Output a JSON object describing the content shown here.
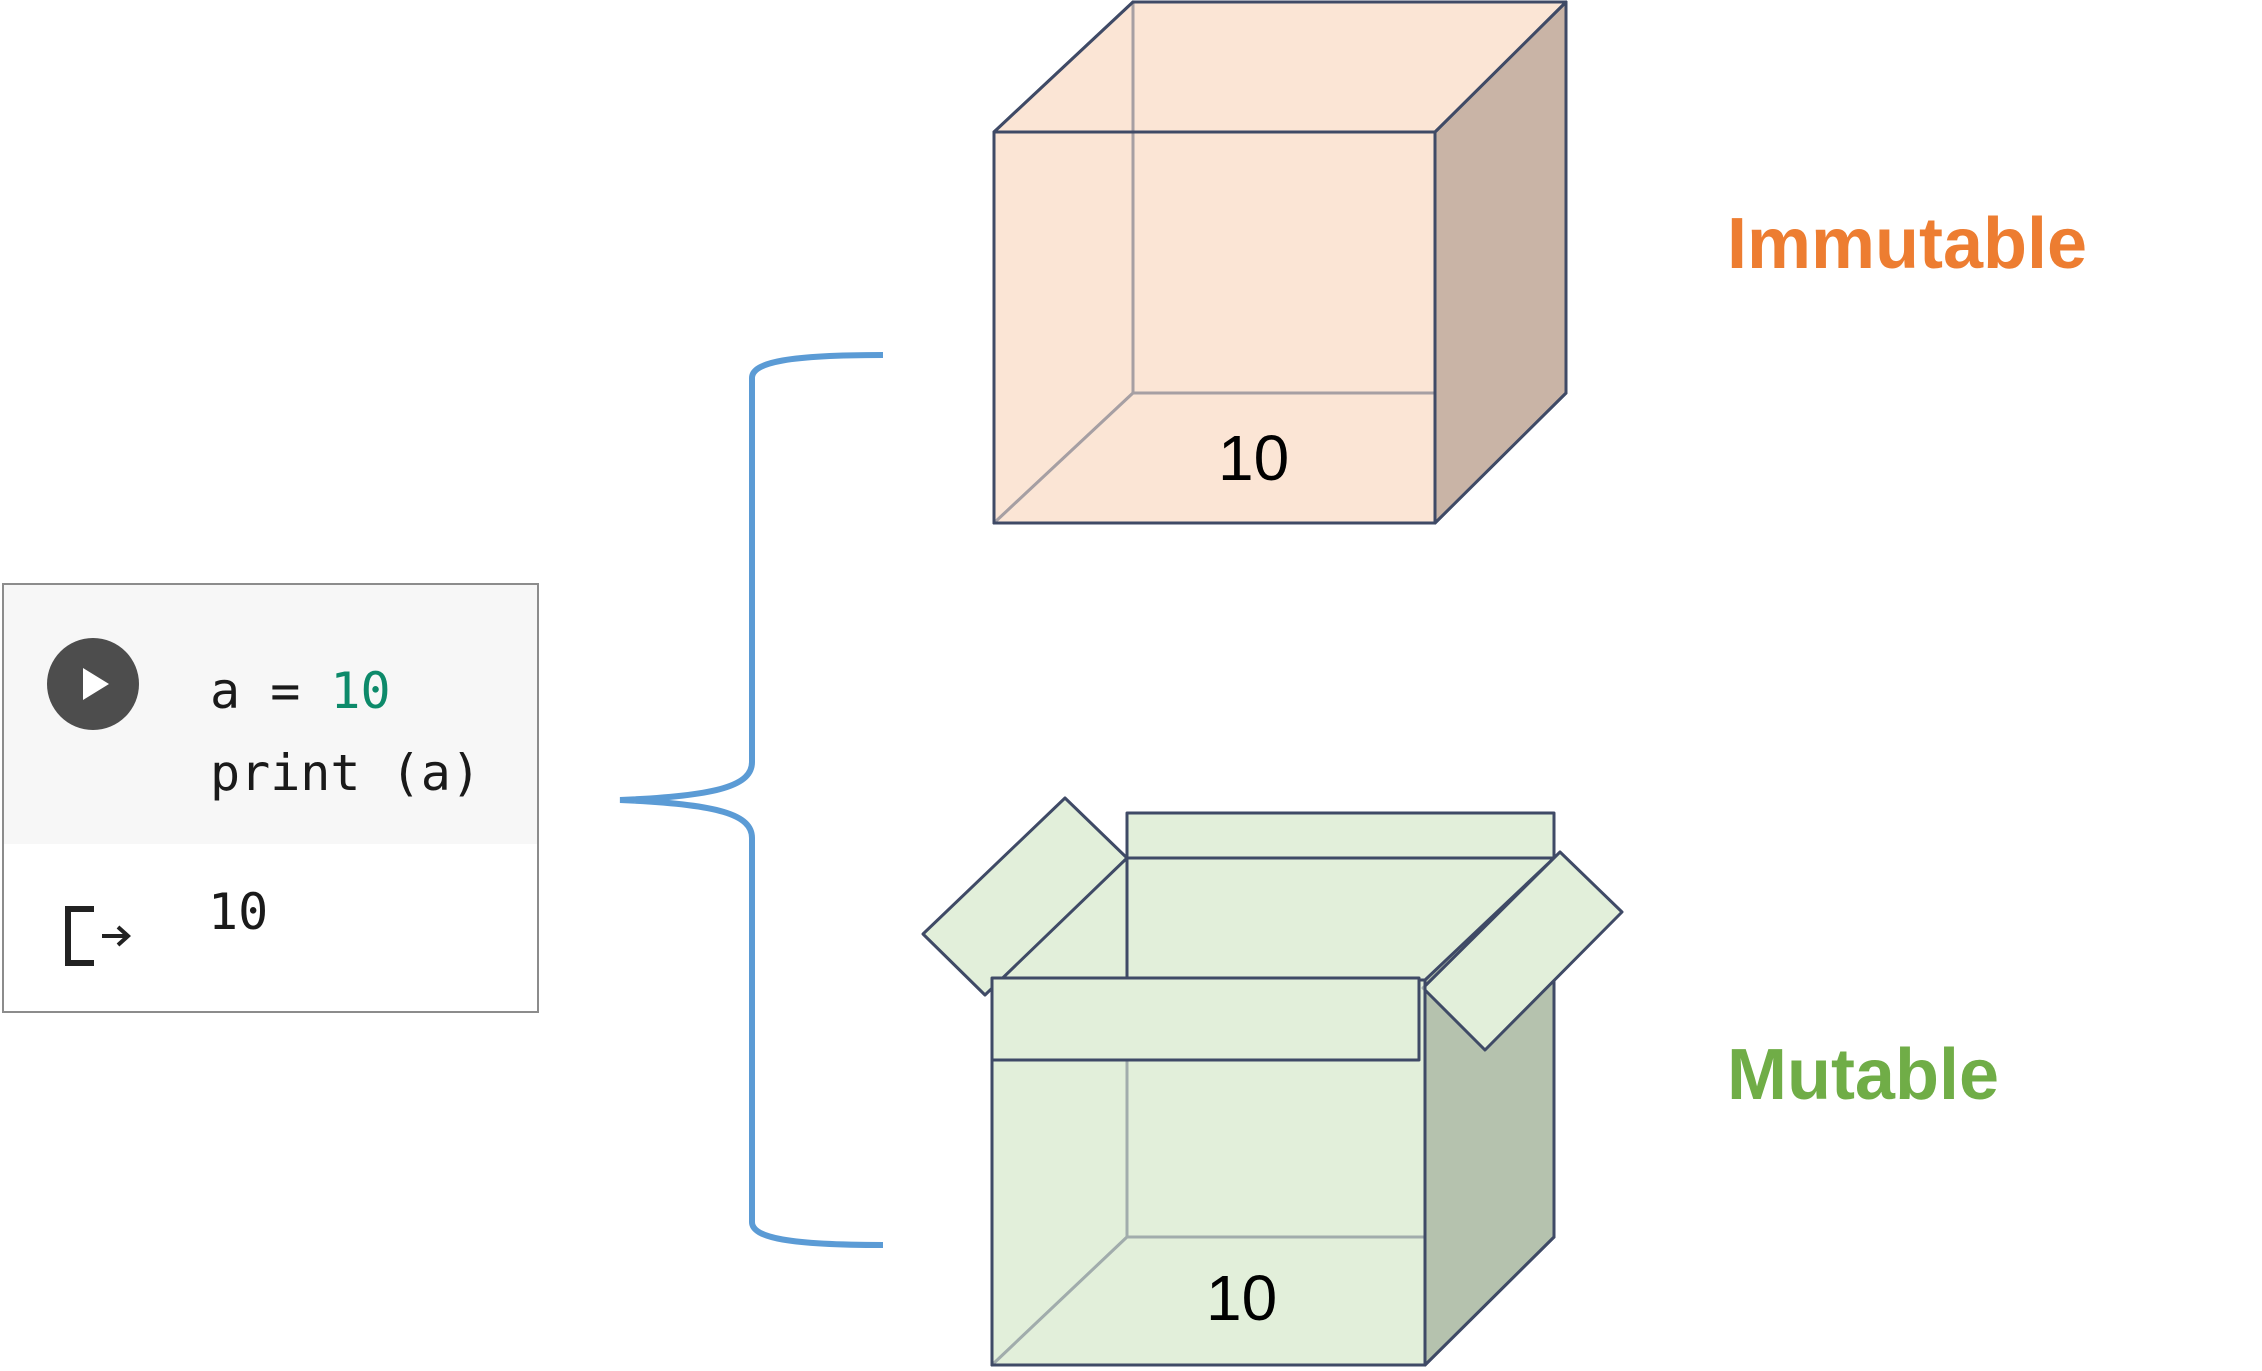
{
  "code_cell": {
    "line1_prefix": "a = ",
    "line1_number": "10",
    "line2": "print (a)",
    "output": "10"
  },
  "diagram": {
    "immutable_label": "Immutable",
    "mutable_label": "Mutable",
    "immutable_box_value": "10",
    "mutable_box_value": "10"
  },
  "colors": {
    "immutable": "#ed7d31",
    "mutable": "#70ad47",
    "brace": "#5b9bd5",
    "immutable_box_fill": "#fbe5d6",
    "mutable_box_fill": "#e2efda",
    "box_outline": "#3f4a66"
  },
  "icons": {
    "run": "play-circle-icon",
    "output": "output-arrow-icon"
  }
}
